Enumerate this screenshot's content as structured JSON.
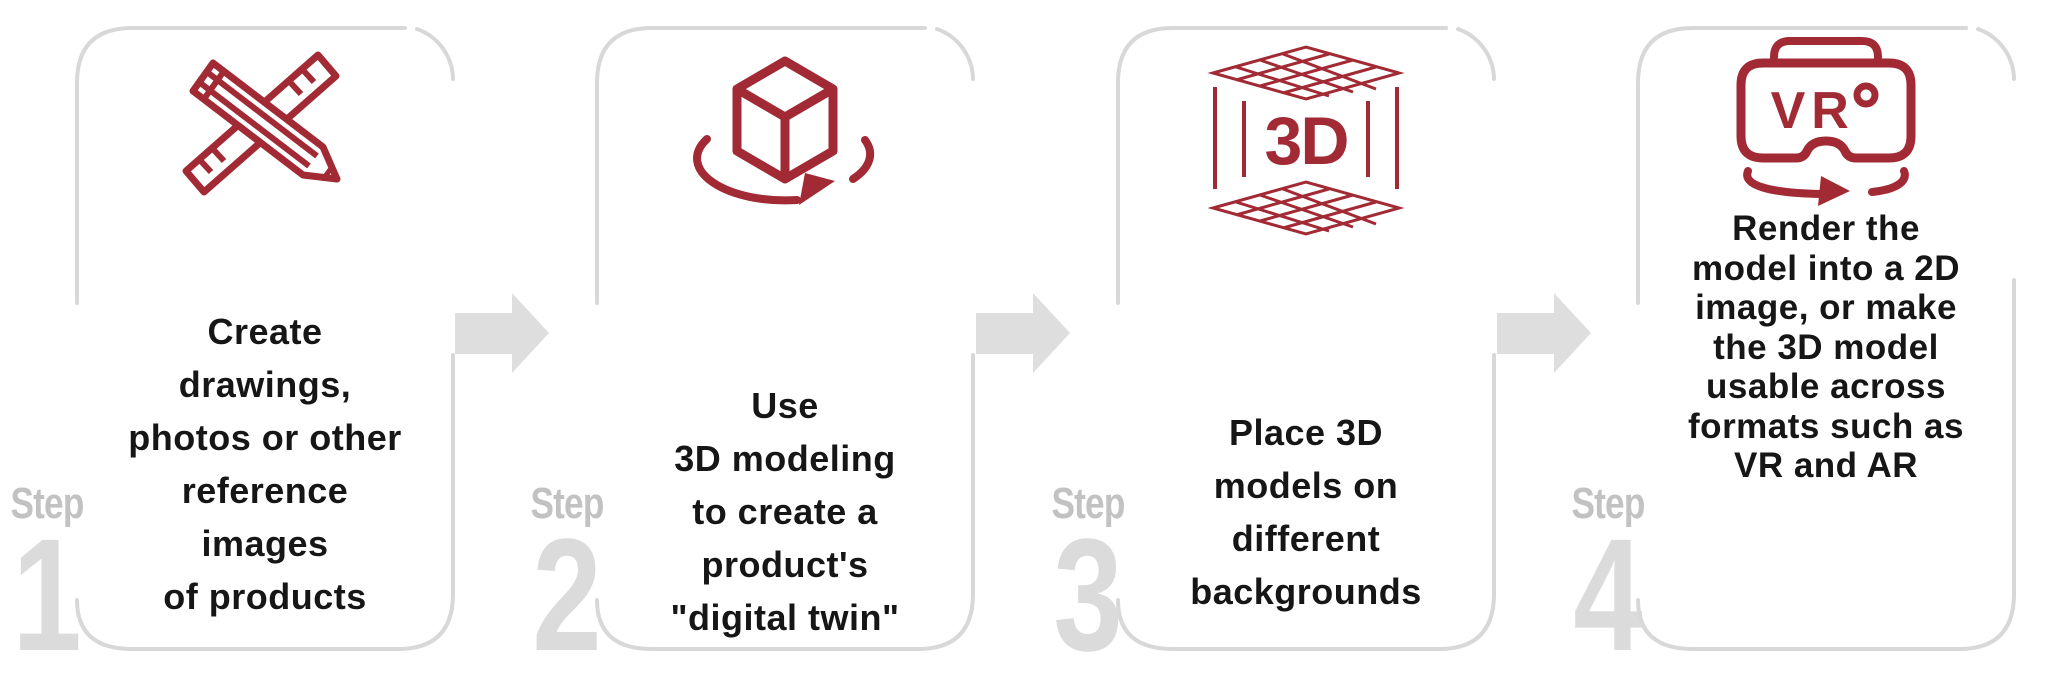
{
  "title": "3D product visualization workflow, four steps",
  "colors": {
    "accent_red": "#A22A34",
    "border_gray": "#D8D8D8",
    "step_label_gray": "#C2C2C2",
    "step_number_gray": "#DBDBDB",
    "arrow_gray": "#DEDEDE",
    "text_dark": "#161616"
  },
  "steps": [
    {
      "label": "Step",
      "number": "1",
      "icon": "pencil-ruler-icon",
      "lines": [
        "Create",
        "drawings,",
        "photos or other",
        "reference",
        "images",
        "of products"
      ]
    },
    {
      "label": "Step",
      "number": "2",
      "icon": "cube-rotation-icon",
      "lines": [
        "Use",
        "3D modeling",
        "to create a",
        "product's",
        "\"digital twin\""
      ]
    },
    {
      "label": "Step",
      "number": "3",
      "icon": "3d-grid-box-icon",
      "lines": [
        "Place 3D",
        "models on",
        "different",
        "backgrounds"
      ]
    },
    {
      "label": "Step",
      "number": "4",
      "icon": "vr-headset-icon",
      "lines": [
        "Render the",
        "model into a 2D",
        "image, or make",
        "the 3D model",
        "usable across",
        "formats such as",
        "VR and AR"
      ]
    }
  ]
}
